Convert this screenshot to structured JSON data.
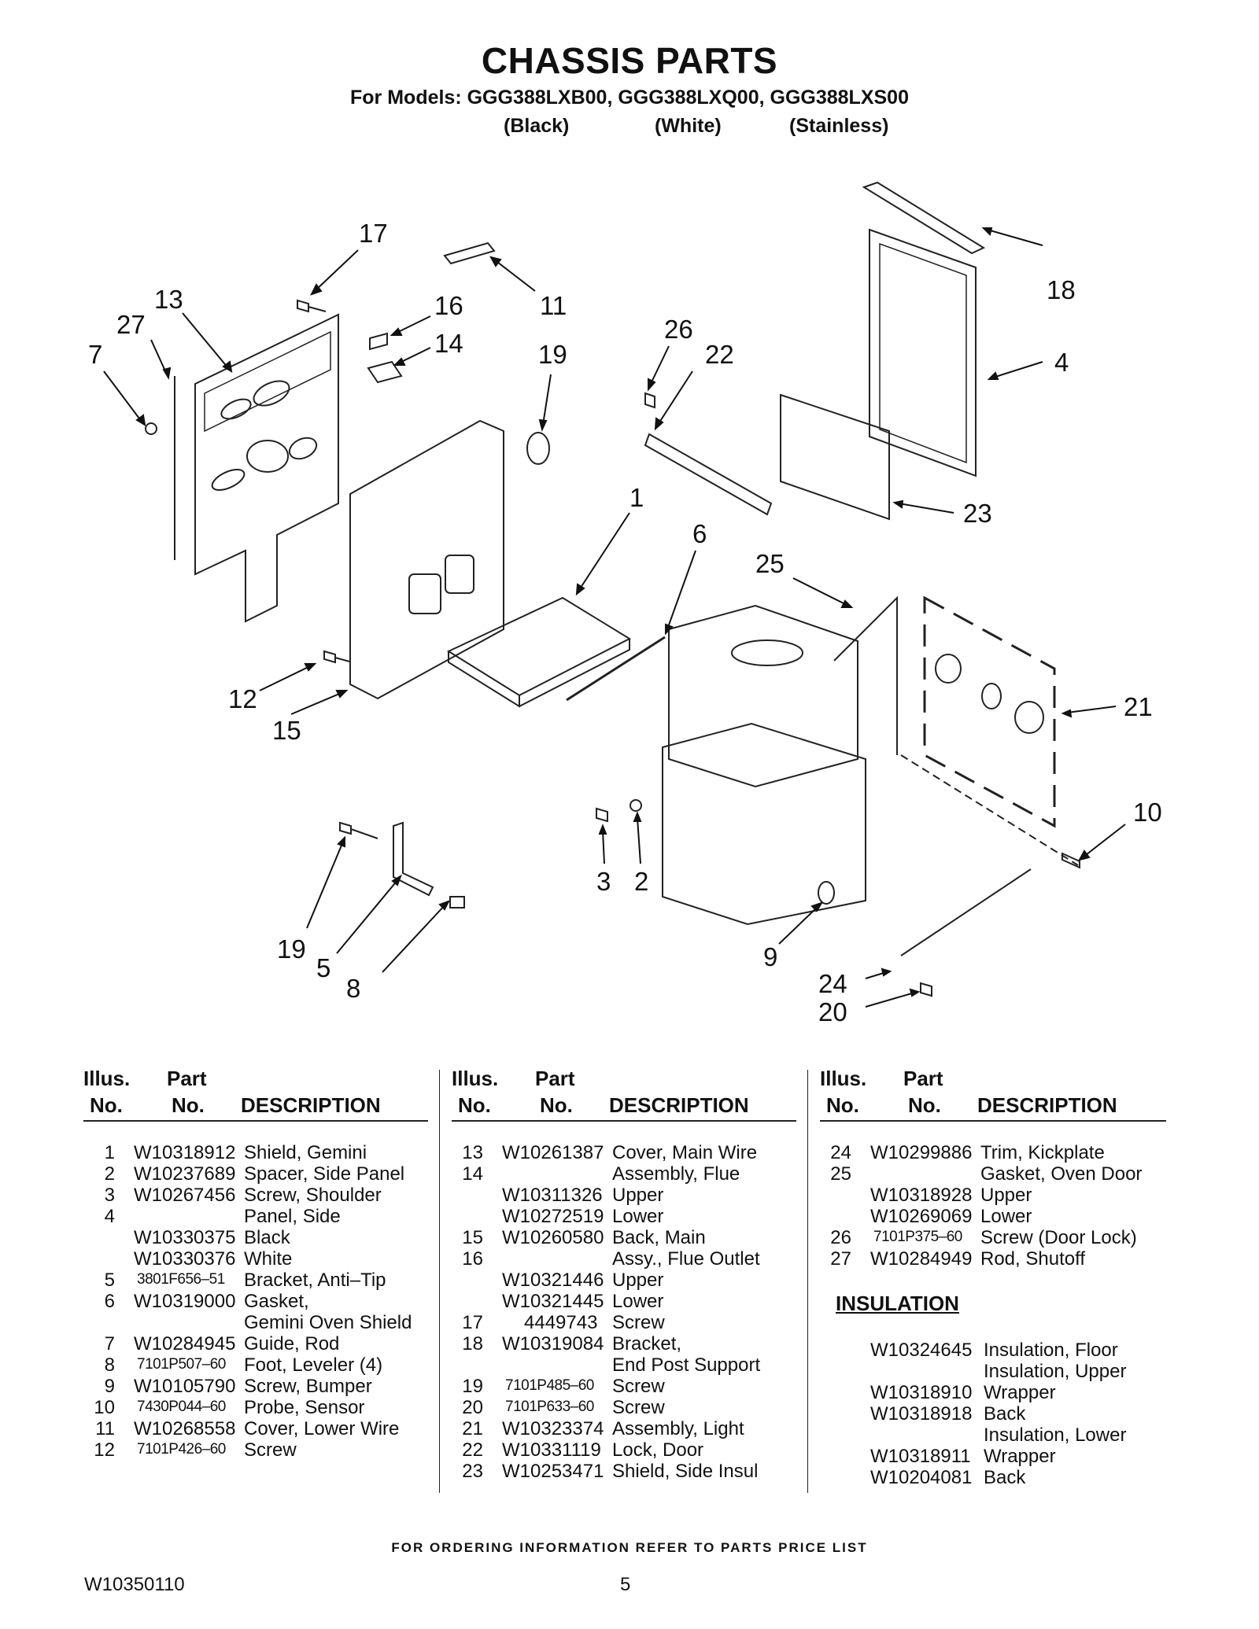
{
  "header": {
    "title": "CHASSIS PARTS",
    "models": "For Models: GGG388LXB00, GGG388LXQ00, GGG388LXS00",
    "colors": [
      "(Black)",
      "(White)",
      "(Stainless)"
    ]
  },
  "callouts": [
    "17",
    "13",
    "27",
    "7",
    "16",
    "14",
    "11",
    "19",
    "26",
    "22",
    "18",
    "4",
    "1",
    "6",
    "23",
    "25",
    "12",
    "15",
    "21",
    "10",
    "3",
    "2",
    "9",
    "19",
    "5",
    "8",
    "24",
    "20"
  ],
  "columns": {
    "illus_line1": "Illus.",
    "illus_line2": "No.",
    "part_line1": "Part",
    "part_line2": "No.",
    "description": "DESCRIPTION"
  },
  "parts_col1": [
    {
      "no": "1",
      "part": "W10318912",
      "desc": "Shield, Gemini"
    },
    {
      "no": "2",
      "part": "W10237689",
      "desc": "Spacer, Side Panel"
    },
    {
      "no": "3",
      "part": "W10267456",
      "desc": "Screw, Shoulder"
    },
    {
      "no": "4",
      "part": "",
      "desc": "Panel, Side"
    },
    {
      "no": "",
      "part": "W10330375",
      "desc": "Black"
    },
    {
      "no": "",
      "part": "W10330376",
      "desc": "White"
    },
    {
      "no": "5",
      "part": "3801F656–51",
      "desc": "Bracket, Anti–Tip"
    },
    {
      "no": "6",
      "part": "W10319000",
      "desc": "Gasket,"
    },
    {
      "no": "",
      "part": "",
      "desc": "Gemini Oven Shield"
    },
    {
      "no": "7",
      "part": "W10284945",
      "desc": "Guide, Rod"
    },
    {
      "no": "8",
      "part": "7101P507–60",
      "desc": "Foot, Leveler (4)"
    },
    {
      "no": "9",
      "part": "W10105790",
      "desc": "Screw, Bumper"
    },
    {
      "no": "10",
      "part": "7430P044–60",
      "desc": "Probe, Sensor"
    },
    {
      "no": "11",
      "part": "W10268558",
      "desc": "Cover, Lower Wire"
    },
    {
      "no": "12",
      "part": "7101P426–60",
      "desc": "Screw"
    }
  ],
  "parts_col2": [
    {
      "no": "13",
      "part": "W10261387",
      "desc": "Cover, Main Wire"
    },
    {
      "no": "14",
      "part": "",
      "desc": "Assembly, Flue"
    },
    {
      "no": "",
      "part": "W10311326",
      "desc": "Upper"
    },
    {
      "no": "",
      "part": "W10272519",
      "desc": "Lower"
    },
    {
      "no": "15",
      "part": "W10260580",
      "desc": "Back, Main"
    },
    {
      "no": "16",
      "part": "",
      "desc": "Assy., Flue Outlet"
    },
    {
      "no": "",
      "part": "W10321446",
      "desc": "Upper"
    },
    {
      "no": "",
      "part": "W10321445",
      "desc": "Lower"
    },
    {
      "no": "17",
      "part": "4449743",
      "desc": "Screw"
    },
    {
      "no": "18",
      "part": "W10319084",
      "desc": "Bracket,"
    },
    {
      "no": "",
      "part": "",
      "desc": "End Post Support"
    },
    {
      "no": "19",
      "part": "7101P485–60",
      "desc": "Screw"
    },
    {
      "no": "20",
      "part": "7101P633–60",
      "desc": "Screw"
    },
    {
      "no": "21",
      "part": "W10323374",
      "desc": "Assembly, Light"
    },
    {
      "no": "22",
      "part": "W10331119",
      "desc": "Lock, Door"
    },
    {
      "no": "23",
      "part": "W10253471",
      "desc": "Shield, Side Insul"
    }
  ],
  "parts_col3": [
    {
      "no": "24",
      "part": "W10299886",
      "desc": "Trim, Kickplate"
    },
    {
      "no": "25",
      "part": "",
      "desc": "Gasket, Oven Door"
    },
    {
      "no": "",
      "part": "W10318928",
      "desc": "Upper"
    },
    {
      "no": "",
      "part": "W10269069",
      "desc": "Lower"
    },
    {
      "no": "26",
      "part": "7101P375–60",
      "desc": "Screw (Door Lock)"
    },
    {
      "no": "27",
      "part": "W10284949",
      "desc": "Rod, Shutoff"
    }
  ],
  "insulation": {
    "title": "INSULATION",
    "items": [
      {
        "part": "W10324645",
        "desc": "Insulation, Floor"
      },
      {
        "part": "",
        "desc": "Insulation, Upper"
      },
      {
        "part": "W10318910",
        "desc": "Wrapper"
      },
      {
        "part": "W10318918",
        "desc": "Back"
      },
      {
        "part": "",
        "desc": "Insulation, Lower"
      },
      {
        "part": "W10318911",
        "desc": "Wrapper"
      },
      {
        "part": "W10204081",
        "desc": "Back"
      }
    ]
  },
  "footer": {
    "note": "FOR ORDERING INFORMATION REFER TO PARTS PRICE LIST",
    "doc_number": "W10350110",
    "page_number": "5"
  }
}
